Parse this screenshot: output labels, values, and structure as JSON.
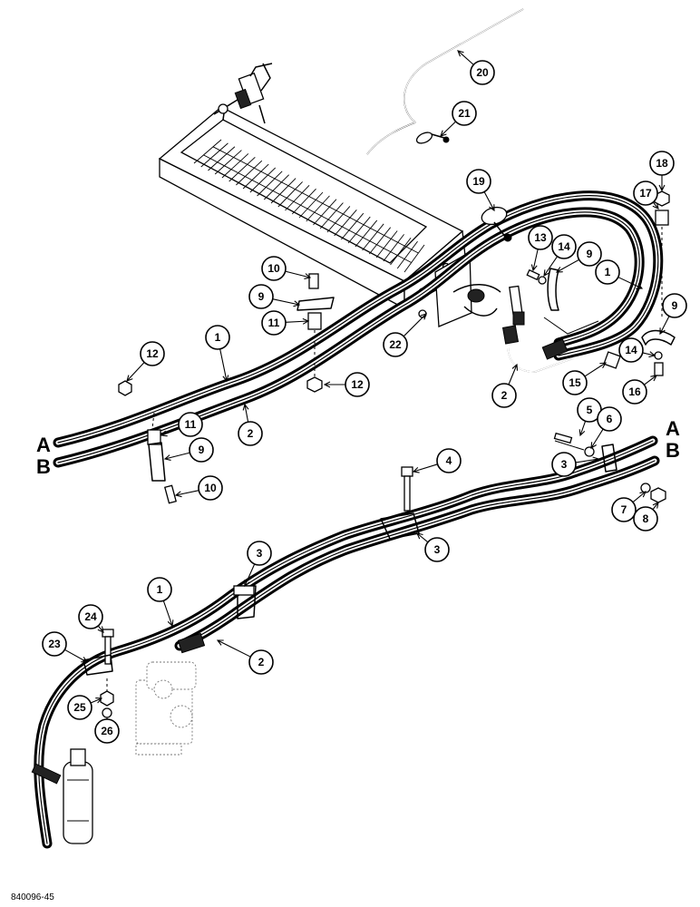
{
  "figure_code": "840096-45",
  "hose_end_labels": {
    "a": "A",
    "b": "B"
  },
  "callouts": [
    {
      "id": "c20",
      "label": "20"
    },
    {
      "id": "c21",
      "label": "21"
    },
    {
      "id": "c18",
      "label": "18"
    },
    {
      "id": "c17",
      "label": "17"
    },
    {
      "id": "c19",
      "label": "19"
    },
    {
      "id": "c13",
      "label": "13"
    },
    {
      "id": "c14a",
      "label": "14"
    },
    {
      "id": "c9a",
      "label": "9"
    },
    {
      "id": "c10a",
      "label": "10"
    },
    {
      "id": "c9b",
      "label": "9"
    },
    {
      "id": "c1a",
      "label": "1"
    },
    {
      "id": "c9c",
      "label": "9"
    },
    {
      "id": "c11a",
      "label": "11"
    },
    {
      "id": "c22",
      "label": "22"
    },
    {
      "id": "c1b",
      "label": "1"
    },
    {
      "id": "c12a",
      "label": "12"
    },
    {
      "id": "c12b",
      "label": "12"
    },
    {
      "id": "c14b",
      "label": "14"
    },
    {
      "id": "c15",
      "label": "15"
    },
    {
      "id": "c16",
      "label": "16"
    },
    {
      "id": "c2a",
      "label": "2"
    },
    {
      "id": "c2b",
      "label": "2"
    },
    {
      "id": "c11b",
      "label": "11"
    },
    {
      "id": "c5",
      "label": "5"
    },
    {
      "id": "c6",
      "label": "6"
    },
    {
      "id": "c9d",
      "label": "9"
    },
    {
      "id": "c3a",
      "label": "3"
    },
    {
      "id": "c4",
      "label": "4"
    },
    {
      "id": "c10b",
      "label": "10"
    },
    {
      "id": "c7",
      "label": "7"
    },
    {
      "id": "c8",
      "label": "8"
    },
    {
      "id": "c3b",
      "label": "3"
    },
    {
      "id": "c3c",
      "label": "3"
    },
    {
      "id": "c1c",
      "label": "1"
    },
    {
      "id": "c24",
      "label": "24"
    },
    {
      "id": "c23",
      "label": "23"
    },
    {
      "id": "c2c",
      "label": "2"
    },
    {
      "id": "c25",
      "label": "25"
    },
    {
      "id": "c26",
      "label": "26"
    }
  ]
}
